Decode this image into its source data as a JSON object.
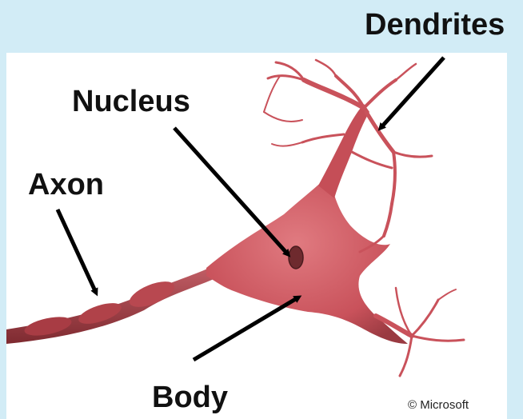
{
  "labels": {
    "dendrites": "Dendrites",
    "nucleus": "Nucleus",
    "axon": "Axon",
    "body": "Body"
  },
  "credit": "© Microsoft",
  "colors": {
    "background": "#d2ecf6",
    "panel": "#ffffff",
    "neuron": "#c9525b",
    "neuron_shadow": "#8e2f36",
    "nucleus": "#6e2a2e",
    "arrow": "#000000"
  },
  "icons": {
    "arrow": "black-arrow-icon"
  }
}
